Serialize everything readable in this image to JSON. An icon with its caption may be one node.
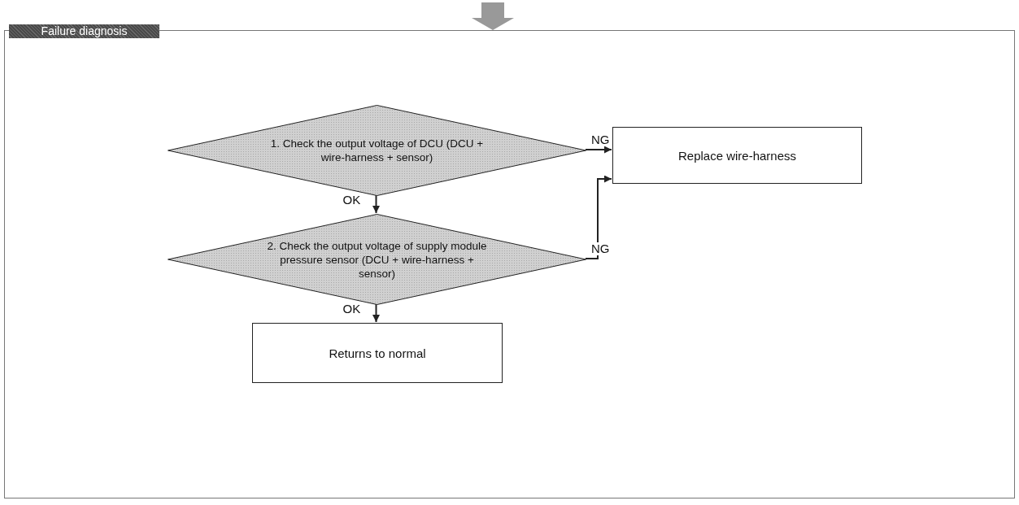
{
  "diagram": {
    "nodes": [
      {
        "text": [
          "Failure diagnosis"
        ]
      },
      {
        "text": [
          "1. Check the output voltage of DCU (DCU + wire-harness + sensor)"
        ],
        "in": 0
      },
      {
        "text": [
          "Replace wire-harness"
        ],
        "in": 0
      },
      {
        "text": [
          "2. Check the output voltage of supply module pressure sensor (DCU + wire-harness + sensor)"
        ],
        "in": 0
      },
      {
        "text": [
          "Returns to normal"
        ],
        "in": 0
      }
    ],
    "edges": [
      {
        "from": null,
        "to": 0,
        "arrow": "to",
        "style": "thick",
        "color": "#999999"
      },
      {
        "from": 1,
        "to": 2,
        "arrow": "to",
        "label": "NG"
      },
      {
        "from": 1,
        "to": 3,
        "arrow": "to",
        "label": "OK"
      },
      {
        "from": 3,
        "to": 2,
        "arrow": "to",
        "label": "NG"
      },
      {
        "from": 3,
        "to": 4,
        "arrow": "to",
        "label": "OK"
      }
    ]
  }
}
